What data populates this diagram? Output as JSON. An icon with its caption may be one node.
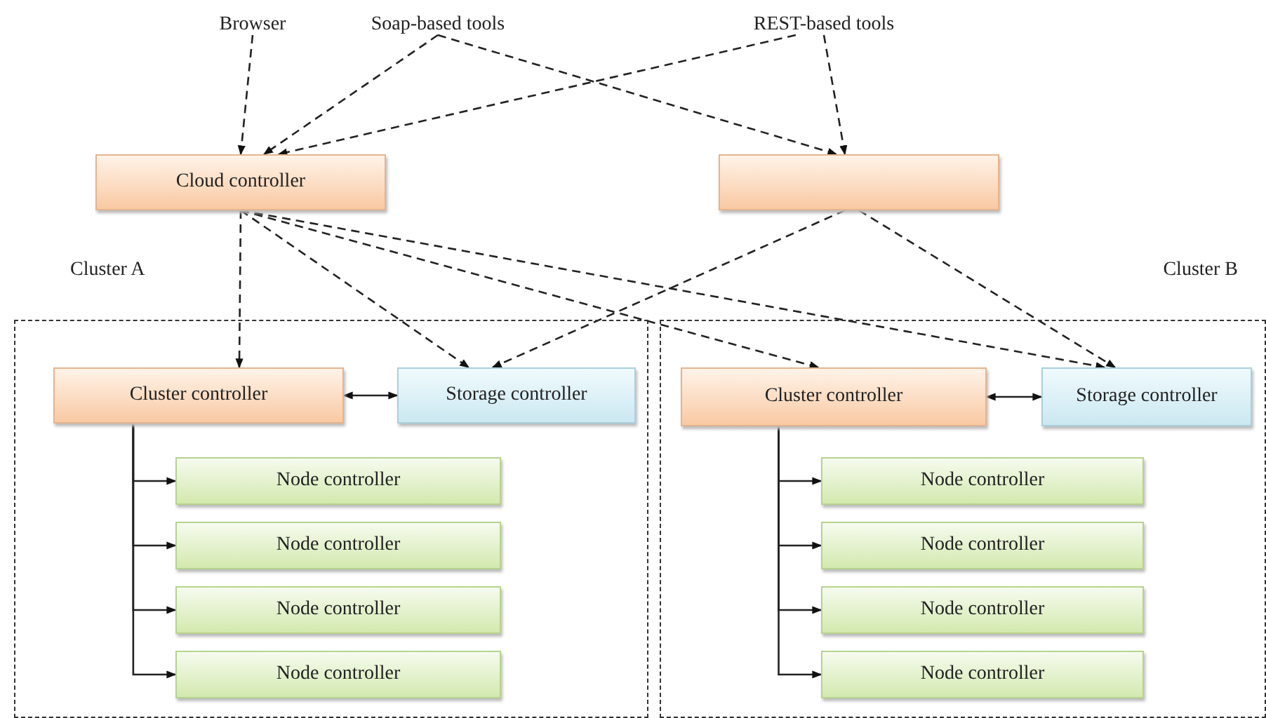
{
  "diagram": {
    "nodes": [
      {
        "text": [
          "Browser"
        ]
      },
      {
        "text": [
          "Soap-based tools"
        ]
      },
      {
        "text": [
          "REST-based tools"
        ]
      },
      {
        "text": [
          "Cloud controller"
        ]
      },
      {
        "text": [],
        "shape": "box"
      },
      {
        "text": [
          "Cluster A"
        ]
      },
      {
        "text": [
          "Cluster controller"
        ],
        "in": 5
      },
      {
        "text": [
          "Storage controller"
        ],
        "in": 5
      },
      {
        "text": [
          "Node controller"
        ],
        "in": 5
      },
      {
        "text": [
          "Node controller"
        ],
        "in": 5
      },
      {
        "text": [
          "Node controller"
        ],
        "in": 5
      },
      {
        "text": [
          "Node controller"
        ],
        "in": 5
      },
      {
        "text": [
          "Cluster B"
        ]
      },
      {
        "text": [
          "Cluster controller"
        ],
        "in": 12
      },
      {
        "text": [
          "Storage controller"
        ],
        "in": 12
      },
      {
        "text": [
          "Node controller"
        ],
        "in": 12
      },
      {
        "text": [
          "Node controller"
        ],
        "in": 12
      },
      {
        "text": [
          "Node controller"
        ],
        "in": 12
      },
      {
        "text": [
          "Node controller"
        ],
        "in": 12
      }
    ],
    "edges": [
      {
        "from": 0,
        "to": 3,
        "arrow": "to",
        "style": "dashed"
      },
      {
        "from": 1,
        "to": 3,
        "arrow": "to",
        "style": "dashed"
      },
      {
        "from": 1,
        "to": 4,
        "arrow": "to",
        "style": "dashed"
      },
      {
        "from": 2,
        "to": 3,
        "arrow": "to",
        "style": "dashed"
      },
      {
        "from": 2,
        "to": 4,
        "arrow": "to",
        "style": "dashed"
      },
      {
        "from": 3,
        "to": 6,
        "arrow": "to",
        "style": "dashed"
      },
      {
        "from": 3,
        "to": 7,
        "arrow": "to",
        "style": "dashed"
      },
      {
        "from": 3,
        "to": 13,
        "arrow": "to",
        "style": "dashed"
      },
      {
        "from": 3,
        "to": 14,
        "arrow": "to",
        "style": "dashed"
      },
      {
        "from": 4,
        "to": 7,
        "arrow": "to",
        "style": "dashed"
      },
      {
        "from": 4,
        "to": 14,
        "arrow": "to",
        "style": "dashed"
      },
      {
        "from": 6,
        "to": 7,
        "arrow": "both"
      },
      {
        "from": 13,
        "to": 14,
        "arrow": "both"
      },
      {
        "from": 6,
        "to": 8,
        "arrow": "to"
      },
      {
        "from": 6,
        "to": 9,
        "arrow": "to"
      },
      {
        "from": 6,
        "to": 10,
        "arrow": "to"
      },
      {
        "from": 6,
        "to": 11,
        "arrow": "to"
      },
      {
        "from": 13,
        "to": 15,
        "arrow": "to"
      },
      {
        "from": 13,
        "to": 16,
        "arrow": "to"
      },
      {
        "from": 13,
        "to": 17,
        "arrow": "to"
      },
      {
        "from": 13,
        "to": 18,
        "arrow": "to"
      }
    ]
  }
}
